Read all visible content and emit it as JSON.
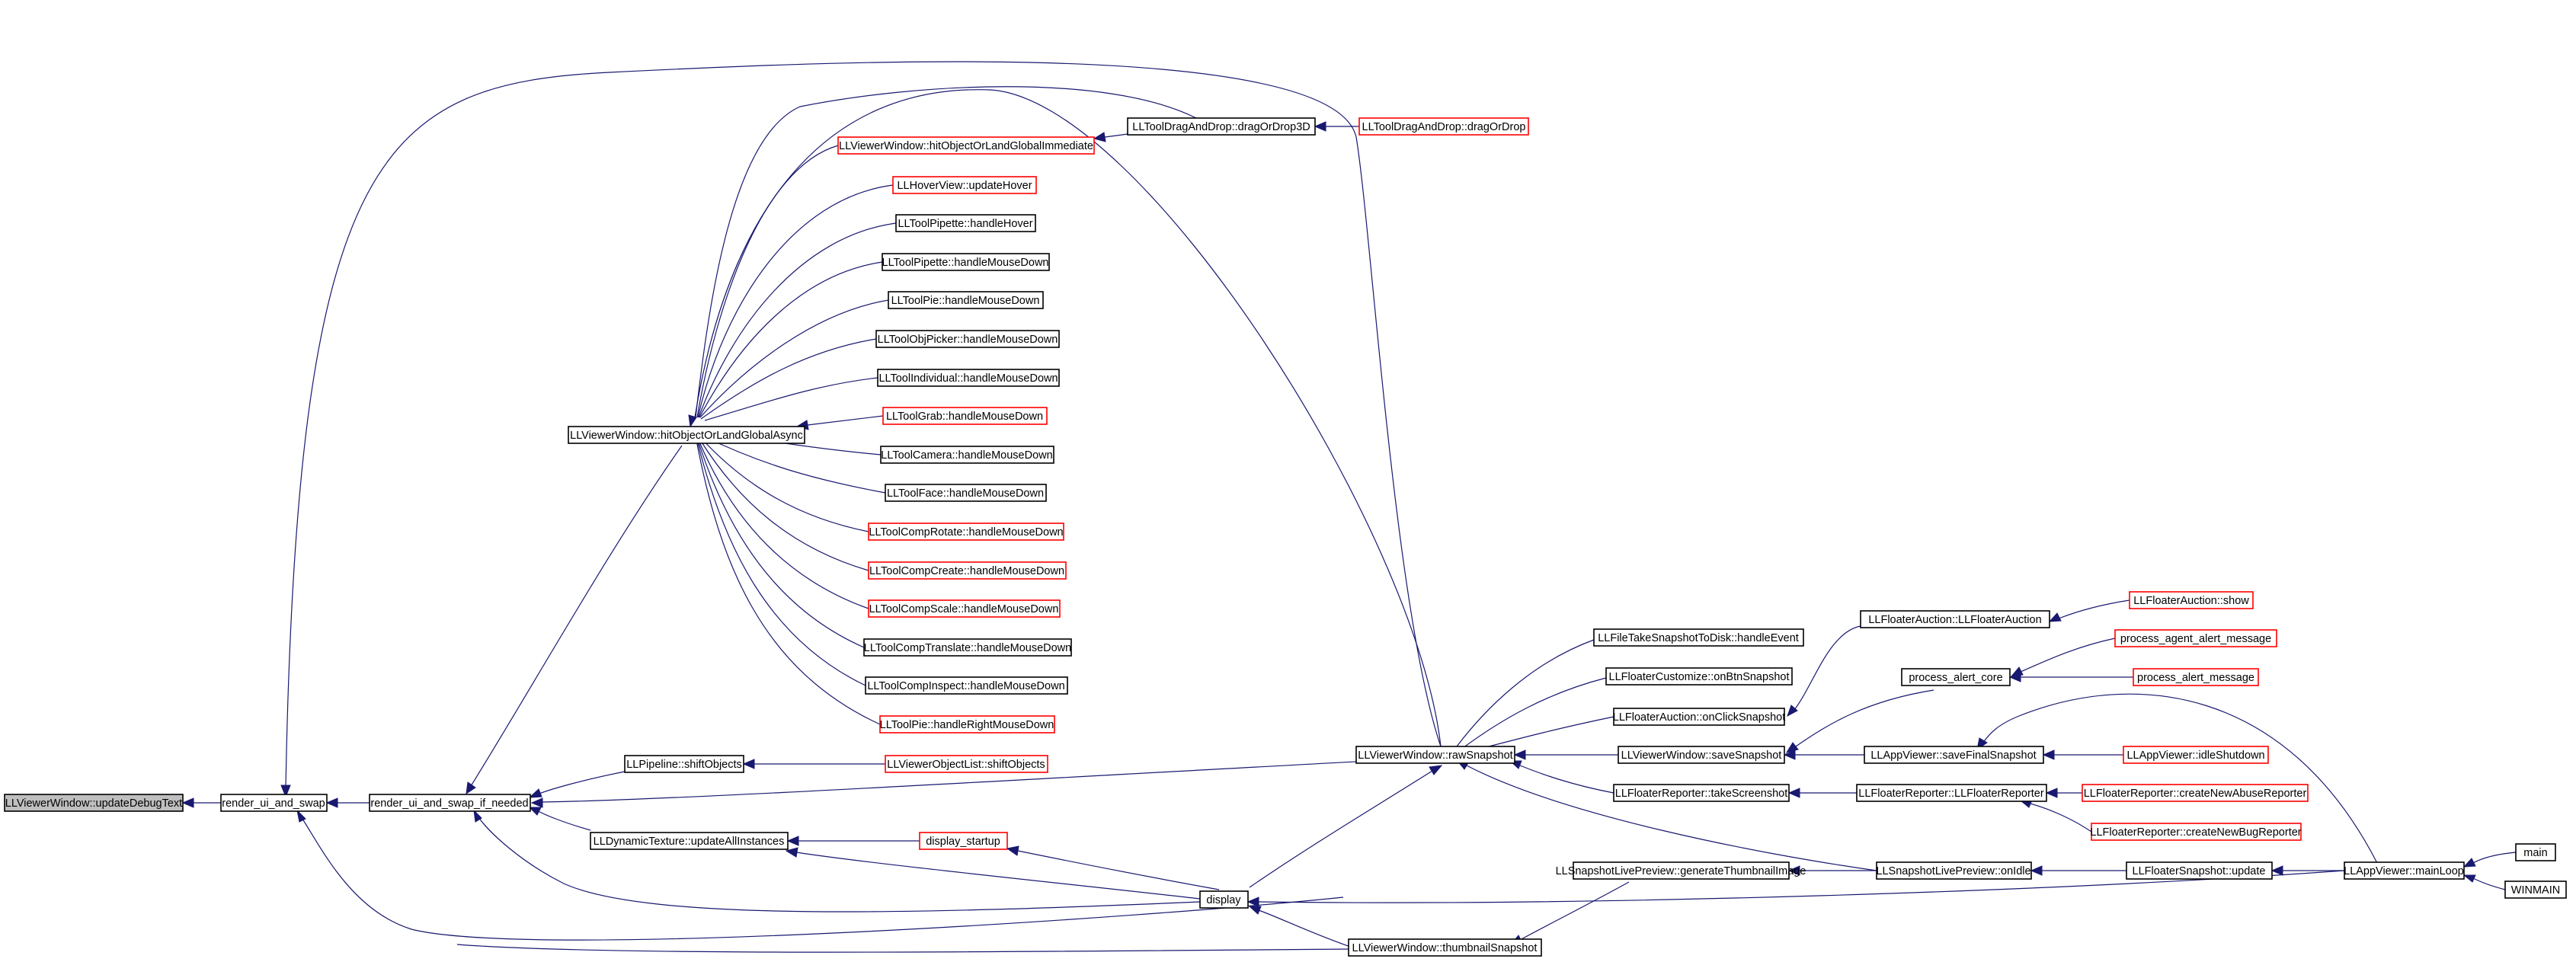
{
  "graph": {
    "colors": {
      "edge": "#191970",
      "normal_border": "#000000",
      "truncated_border": "#ff0000",
      "current_fill": "#bfbfbf"
    },
    "nodes": [
      {
        "id": "updateDebugText",
        "label": "LLViewerWindow::updateDebugText",
        "style": "current"
      },
      {
        "id": "render_ui_and_swap",
        "label": "render_ui_and_swap",
        "style": "normal"
      },
      {
        "id": "render_ui_and_swap_if_needed",
        "label": "render_ui_and_swap_if_needed",
        "style": "normal"
      },
      {
        "id": "hitObjectOrLandGlobalAsync",
        "label": "LLViewerWindow::hitObjectOrLandGlobalAsync",
        "style": "normal"
      },
      {
        "id": "hitImmediate",
        "label": "LLViewerWindow::hitObjectOrLandGlobalImmediate",
        "style": "red"
      },
      {
        "id": "dragOrDrop3D",
        "label": "LLToolDragAndDrop::dragOrDrop3D",
        "style": "normal"
      },
      {
        "id": "dragOrDrop",
        "label": "LLToolDragAndDrop::dragOrDrop",
        "style": "red"
      },
      {
        "id": "updateHover",
        "label": "LLHoverView::updateHover",
        "style": "red"
      },
      {
        "id": "pipetteHover",
        "label": "LLToolPipette::handleHover",
        "style": "normal"
      },
      {
        "id": "pipetteDown",
        "label": "LLToolPipette::handleMouseDown",
        "style": "normal"
      },
      {
        "id": "pieDown",
        "label": "LLToolPie::handleMouseDown",
        "style": "normal"
      },
      {
        "id": "objPickerDown",
        "label": "LLToolObjPicker::handleMouseDown",
        "style": "normal"
      },
      {
        "id": "individualDown",
        "label": "LLToolIndividual::handleMouseDown",
        "style": "normal"
      },
      {
        "id": "grabDown",
        "label": "LLToolGrab::handleMouseDown",
        "style": "red"
      },
      {
        "id": "cameraDown",
        "label": "LLToolCamera::handleMouseDown",
        "style": "normal"
      },
      {
        "id": "faceDown",
        "label": "LLToolFace::handleMouseDown",
        "style": "normal"
      },
      {
        "id": "rotateDown",
        "label": "LLToolCompRotate::handleMouseDown",
        "style": "red"
      },
      {
        "id": "createDown",
        "label": "LLToolCompCreate::handleMouseDown",
        "style": "red"
      },
      {
        "id": "scaleDown",
        "label": "LLToolCompScale::handleMouseDown",
        "style": "red"
      },
      {
        "id": "translateDown",
        "label": "LLToolCompTranslate::handleMouseDown",
        "style": "normal"
      },
      {
        "id": "inspectDown",
        "label": "LLToolCompInspect::handleMouseDown",
        "style": "normal"
      },
      {
        "id": "pieRightDown",
        "label": "LLToolPie::handleRightMouseDown",
        "style": "red"
      },
      {
        "id": "pipelineShift",
        "label": "LLPipeline::shiftObjects",
        "style": "normal"
      },
      {
        "id": "objectListShift",
        "label": "LLViewerObjectList::shiftObjects",
        "style": "red"
      },
      {
        "id": "dynTexture",
        "label": "LLDynamicTexture::updateAllInstances",
        "style": "normal"
      },
      {
        "id": "display_startup",
        "label": "display_startup",
        "style": "red"
      },
      {
        "id": "display",
        "label": "display",
        "style": "normal"
      },
      {
        "id": "rawSnapshot",
        "label": "LLViewerWindow::rawSnapshot",
        "style": "normal"
      },
      {
        "id": "thumbnailSnapshot",
        "label": "LLViewerWindow::thumbnailSnapshot",
        "style": "normal"
      },
      {
        "id": "fileTakeSnapshot",
        "label": "LLFileTakeSnapshotToDisk::handleEvent",
        "style": "normal"
      },
      {
        "id": "customizeSnapshot",
        "label": "LLFloaterCustomize::onBtnSnapshot",
        "style": "normal"
      },
      {
        "id": "auctionClick",
        "label": "LLFloaterAuction::onClickSnapshot",
        "style": "normal"
      },
      {
        "id": "saveSnapshot",
        "label": "LLViewerWindow::saveSnapshot",
        "style": "normal"
      },
      {
        "id": "takeScreenshot",
        "label": "LLFloaterReporter::takeScreenshot",
        "style": "normal"
      },
      {
        "id": "generateThumb",
        "label": "LLSnapshotLivePreview::generateThumbnailImage",
        "style": "normal"
      },
      {
        "id": "onIdle",
        "label": "LLSnapshotLivePreview::onIdle",
        "style": "normal"
      },
      {
        "id": "floaterAuctionCtor",
        "label": "LLFloaterAuction::LLFloaterAuction",
        "style": "normal"
      },
      {
        "id": "floaterAuctionShow",
        "label": "LLFloaterAuction::show",
        "style": "red"
      },
      {
        "id": "alertCore",
        "label": "process_alert_core",
        "style": "normal"
      },
      {
        "id": "agentAlert",
        "label": "process_agent_alert_message",
        "style": "red"
      },
      {
        "id": "alertMessage",
        "label": "process_alert_message",
        "style": "red"
      },
      {
        "id": "saveFinal",
        "label": "LLAppViewer::saveFinalSnapshot",
        "style": "normal"
      },
      {
        "id": "idleShutdown",
        "label": "LLAppViewer::idleShutdown",
        "style": "red"
      },
      {
        "id": "reporterCtor",
        "label": "LLFloaterReporter::LLFloaterReporter",
        "style": "normal"
      },
      {
        "id": "abuseReporter",
        "label": "LLFloaterReporter::createNewAbuseReporter",
        "style": "red"
      },
      {
        "id": "bugReporter",
        "label": "LLFloaterReporter::createNewBugReporter",
        "style": "red"
      },
      {
        "id": "snapshotUpdate",
        "label": "LLFloaterSnapshot::update",
        "style": "normal"
      },
      {
        "id": "mainLoop",
        "label": "LLAppViewer::mainLoop",
        "style": "normal"
      },
      {
        "id": "main",
        "label": "main",
        "style": "normal"
      },
      {
        "id": "winmain",
        "label": "WINMAIN",
        "style": "normal"
      }
    ]
  }
}
